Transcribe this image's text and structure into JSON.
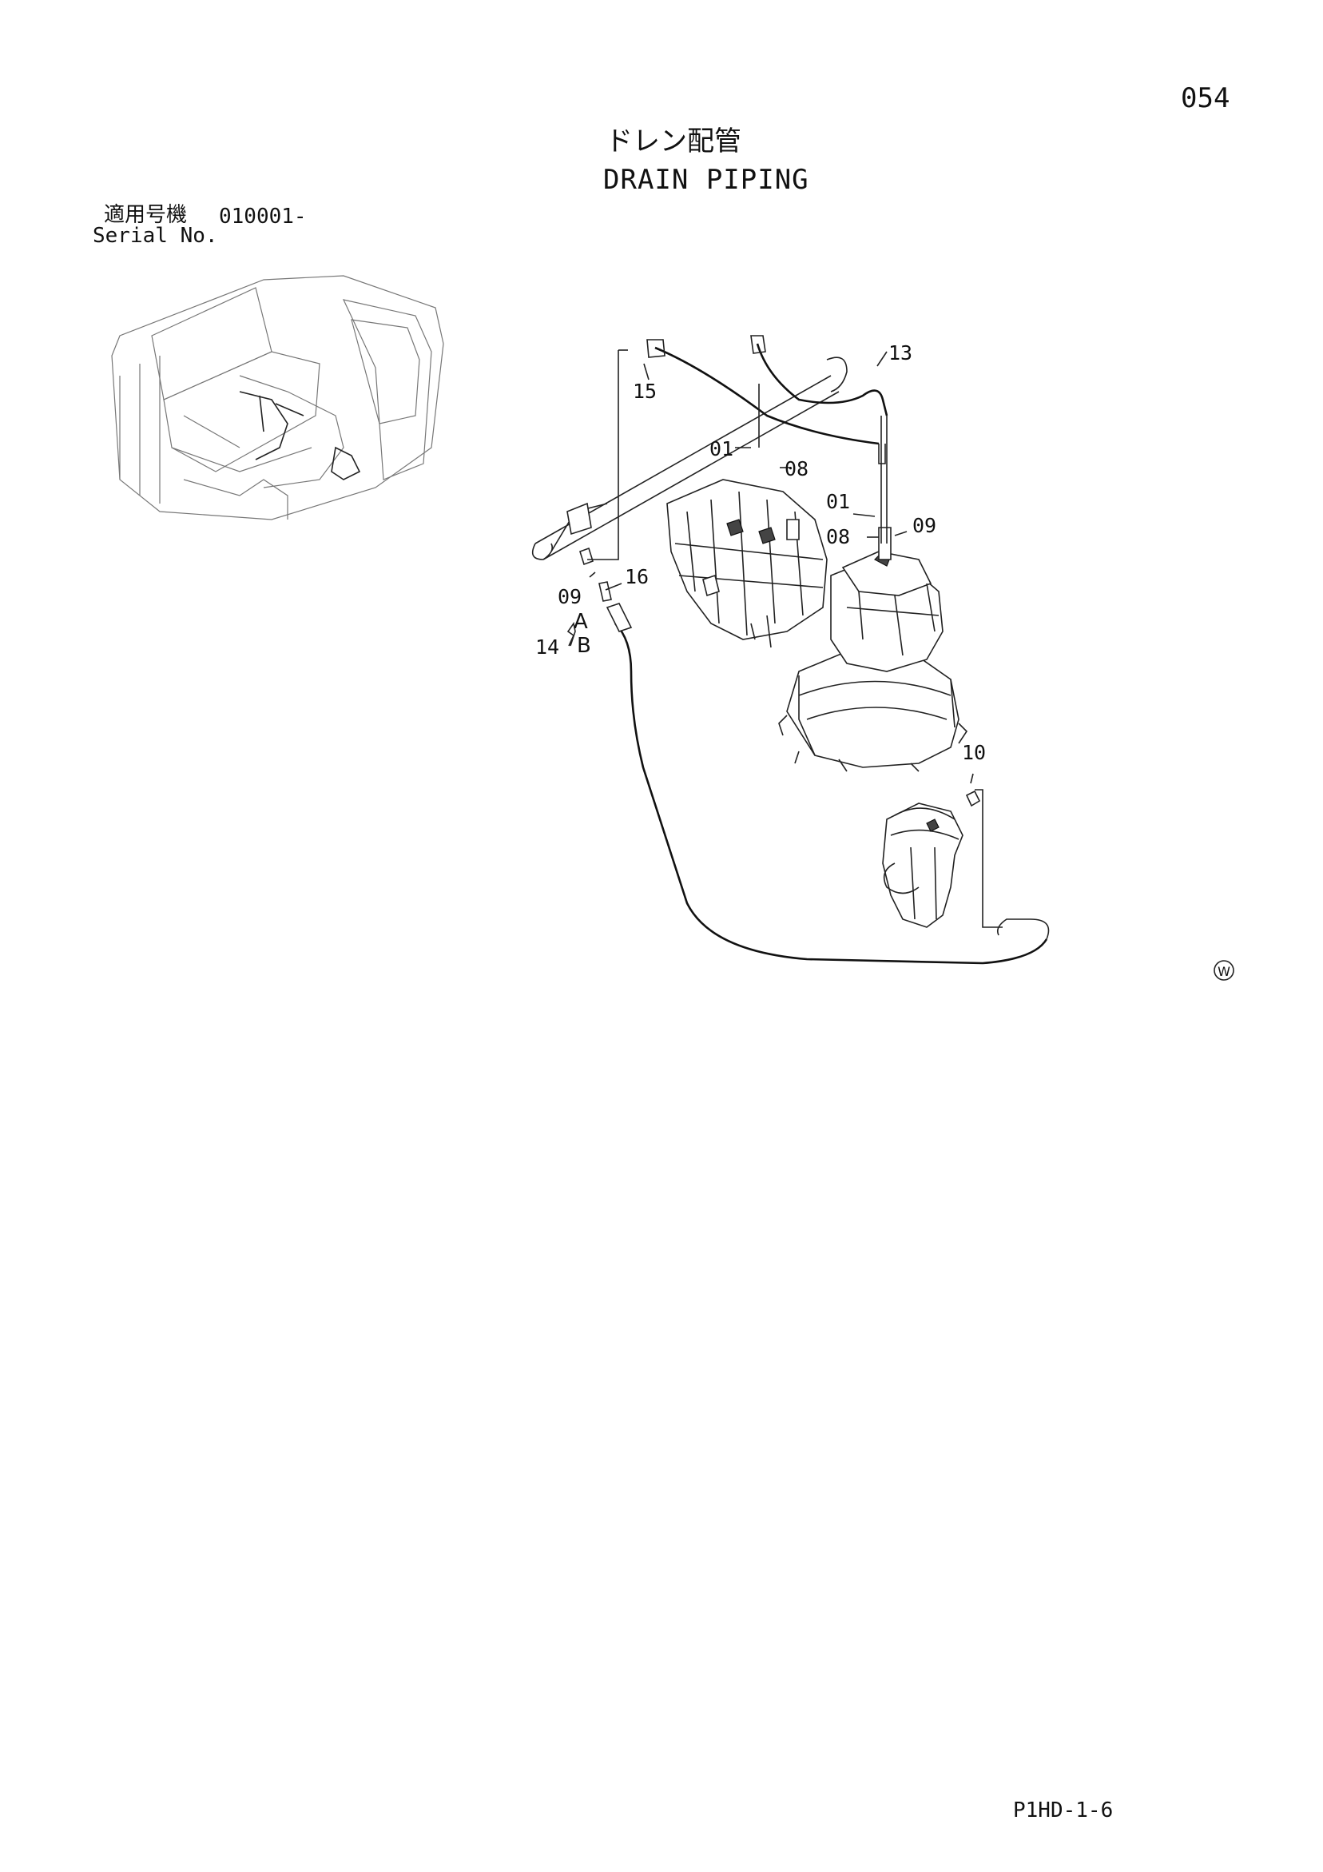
{
  "page": {
    "number": "054",
    "title_jp": "ドレン配管",
    "title_en": "DRAIN PIPING",
    "serial_label_jp": "適用号機",
    "serial_range": "010001-",
    "serial_label_en": "Serial No.",
    "doc_code": "P1HD-1-6"
  },
  "diagram": {
    "callouts": {
      "p13": "13",
      "p15": "15",
      "p01a": "01",
      "p08a": "08",
      "p01b": "01",
      "p08b": "08",
      "p09a": "09",
      "p09b": "09",
      "p16": "16",
      "p14": "14",
      "pA": "A",
      "pB": "B",
      "p10": "10"
    },
    "mark": "W",
    "icons": [
      "excavator-overview-icon",
      "control-valve-icon",
      "swing-motor-icon",
      "center-joint-icon",
      "circled-w-mark-icon"
    ]
  }
}
